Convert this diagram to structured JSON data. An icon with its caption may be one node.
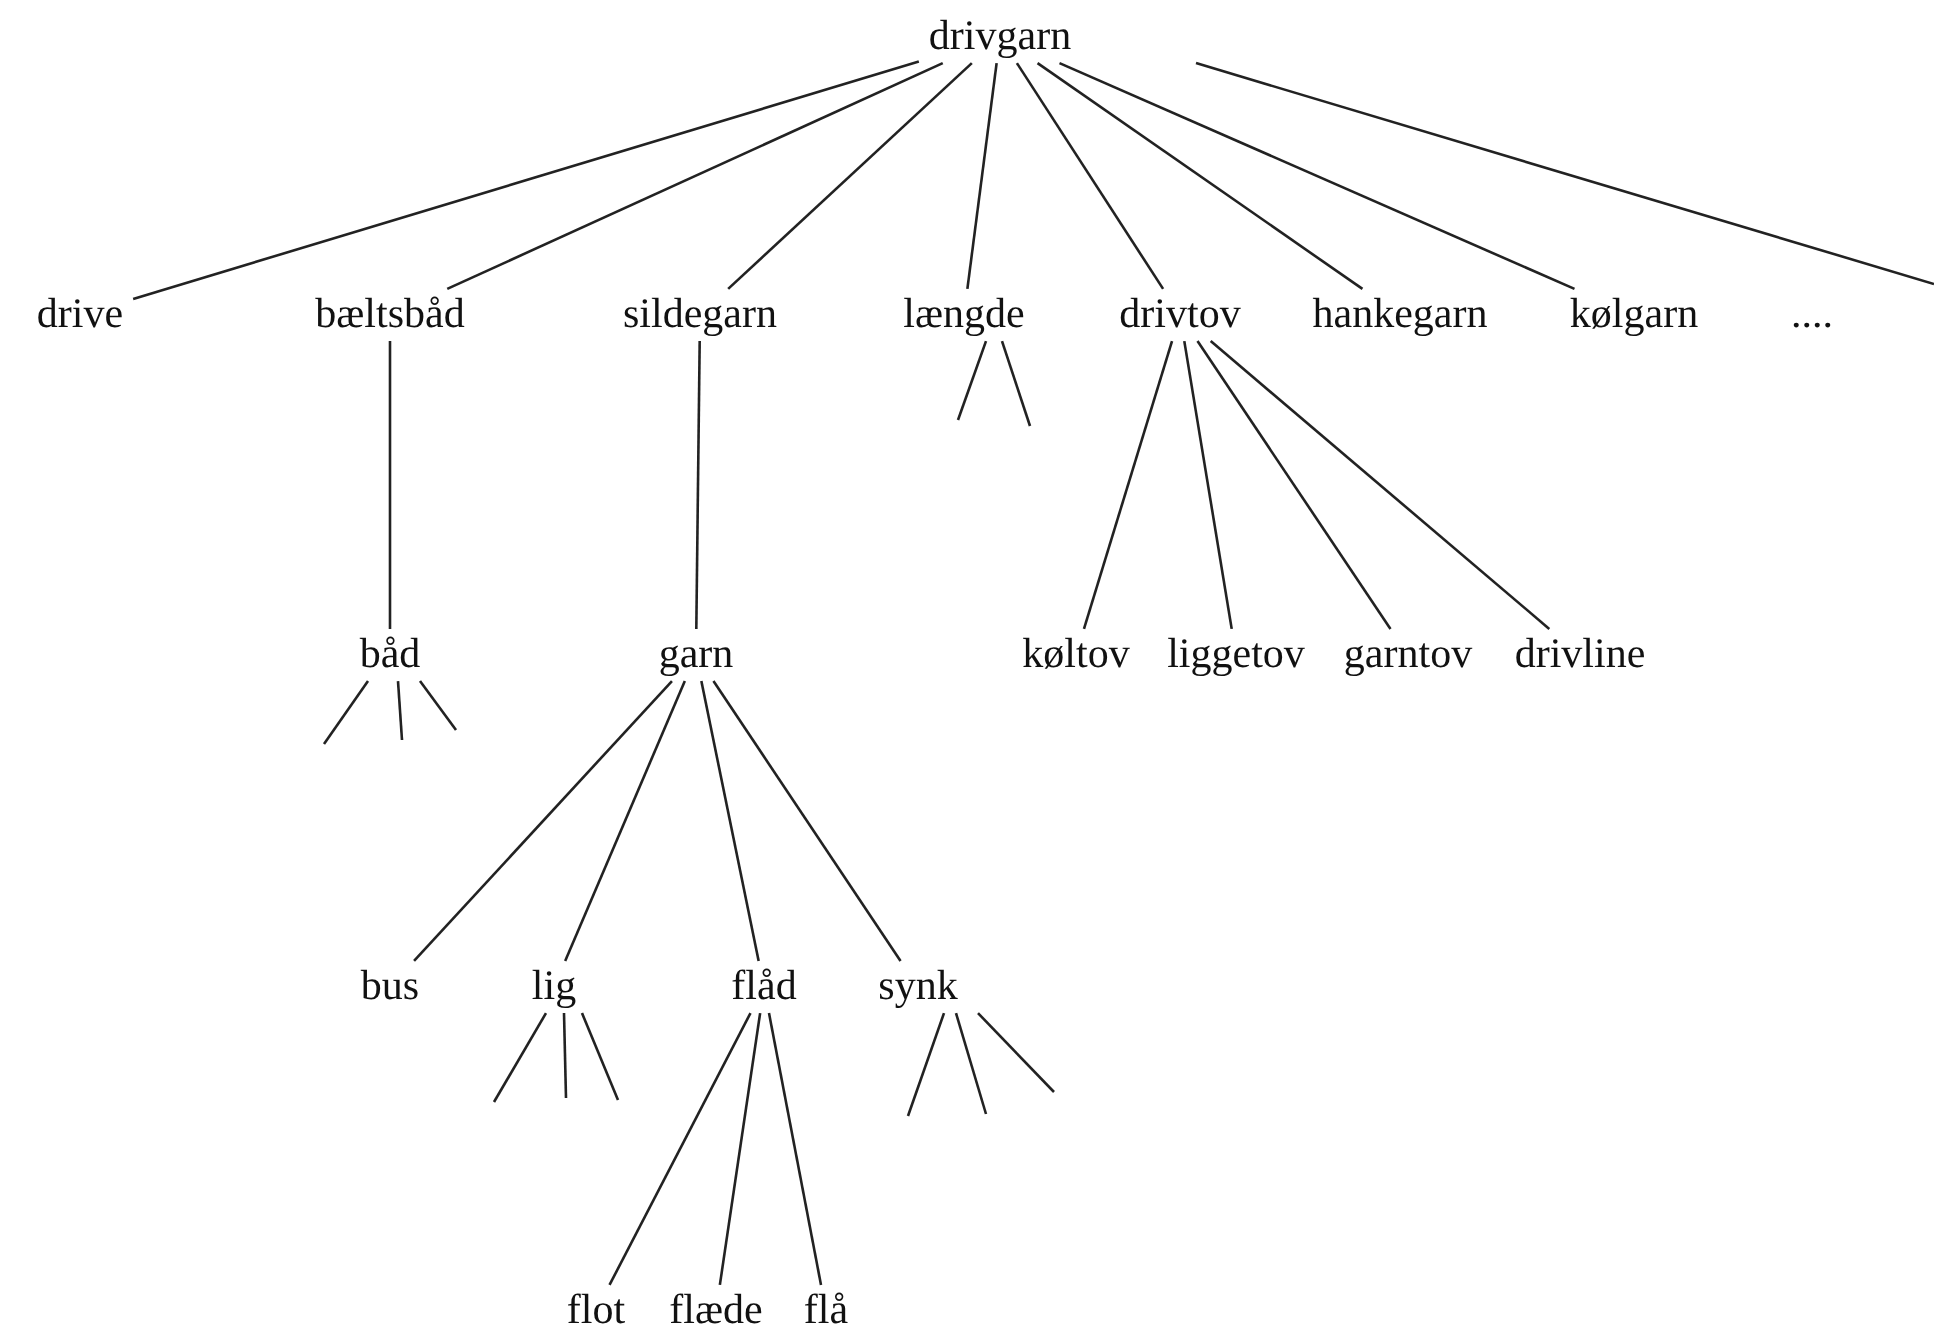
{
  "diagram": {
    "nodes": [
      {
        "text": [
          "drivgarn"
        ]
      },
      {
        "text": [
          "drive"
        ]
      },
      {
        "text": [
          "bæltsbåd"
        ]
      },
      {
        "text": [
          "sildegarn"
        ]
      },
      {
        "text": [
          "længde"
        ]
      },
      {
        "text": [
          "drivtov"
        ]
      },
      {
        "text": [
          "hankegarn"
        ]
      },
      {
        "text": [
          "kølgarn"
        ]
      },
      {
        "text": [
          "båd"
        ]
      },
      {
        "text": [
          "garn"
        ]
      },
      {
        "text": [
          "køltov"
        ]
      },
      {
        "text": [
          "liggetov"
        ]
      },
      {
        "text": [
          "garntov"
        ]
      },
      {
        "text": [
          "drivline"
        ]
      },
      {
        "text": [
          "bus"
        ]
      },
      {
        "text": [
          "lig"
        ]
      },
      {
        "text": [
          "flåd"
        ]
      },
      {
        "text": [
          "synk"
        ]
      },
      {
        "text": [
          "flot"
        ]
      },
      {
        "text": [
          "flæde"
        ]
      },
      {
        "text": [
          "flå"
        ]
      }
    ],
    "edges": [
      {
        "from": 0,
        "to": 1,
        "arrow": "none"
      },
      {
        "from": 0,
        "to": 2,
        "arrow": "none"
      },
      {
        "from": 0,
        "to": 3,
        "arrow": "none"
      },
      {
        "from": 0,
        "to": 4,
        "arrow": "none"
      },
      {
        "from": 0,
        "to": 5,
        "arrow": "none"
      },
      {
        "from": 0,
        "to": 6,
        "arrow": "none"
      },
      {
        "from": 0,
        "to": 7,
        "arrow": "none"
      },
      {
        "from": 0,
        "to": null,
        "arrow": "none"
      },
      {
        "from": 2,
        "to": 8,
        "arrow": "none"
      },
      {
        "from": 3,
        "to": 9,
        "arrow": "none"
      },
      {
        "from": 4,
        "to": null,
        "arrow": "none"
      },
      {
        "from": 4,
        "to": null,
        "arrow": "none"
      },
      {
        "from": 5,
        "to": 10,
        "arrow": "none"
      },
      {
        "from": 5,
        "to": 11,
        "arrow": "none"
      },
      {
        "from": 5,
        "to": 12,
        "arrow": "none"
      },
      {
        "from": 5,
        "to": 13,
        "arrow": "none"
      },
      {
        "from": 8,
        "to": null,
        "arrow": "none"
      },
      {
        "from": 8,
        "to": null,
        "arrow": "none"
      },
      {
        "from": 8,
        "to": null,
        "arrow": "none"
      },
      {
        "from": 9,
        "to": 14,
        "arrow": "none"
      },
      {
        "from": 9,
        "to": 15,
        "arrow": "none"
      },
      {
        "from": 9,
        "to": 16,
        "arrow": "none"
      },
      {
        "from": 9,
        "to": 17,
        "arrow": "none"
      },
      {
        "from": 15,
        "to": null,
        "arrow": "none"
      },
      {
        "from": 15,
        "to": null,
        "arrow": "none"
      },
      {
        "from": 15,
        "to": null,
        "arrow": "none"
      },
      {
        "from": 17,
        "to": null,
        "arrow": "none"
      },
      {
        "from": 17,
        "to": null,
        "arrow": "none"
      },
      {
        "from": 17,
        "to": null,
        "arrow": "none"
      },
      {
        "from": 16,
        "to": 18,
        "arrow": "none"
      },
      {
        "from": 16,
        "to": 19,
        "arrow": "none"
      },
      {
        "from": 16,
        "to": 20,
        "arrow": "none"
      }
    ],
    "labels": [
      "...."
    ]
  }
}
